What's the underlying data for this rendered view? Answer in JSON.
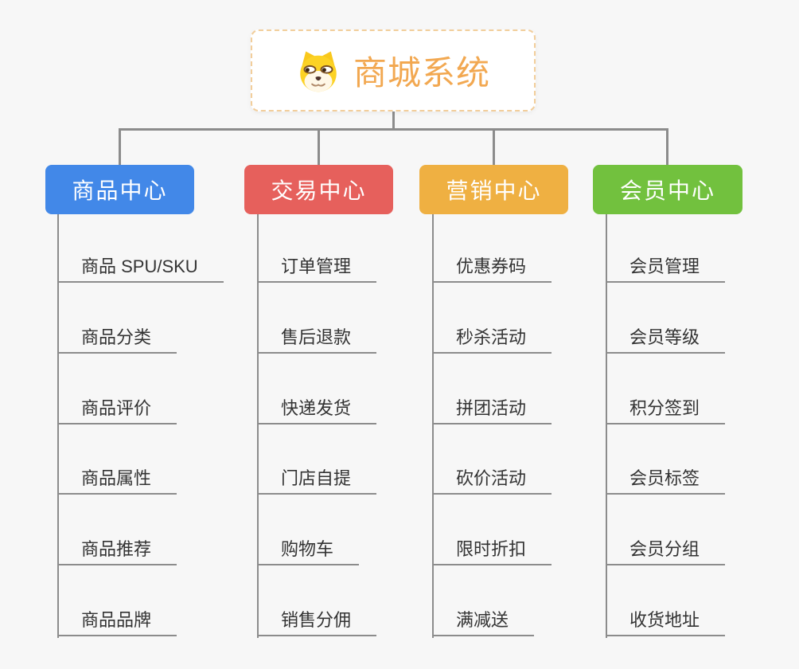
{
  "background_color": "#F7F7F7",
  "connector_color": "#8C8C8C",
  "root": {
    "title": "商城系统",
    "icon": "dog-face-icon",
    "title_color": "#F2A851",
    "border_color": "#F2CE9B"
  },
  "branches": [
    {
      "label": "商品中心",
      "color": "#4288E8",
      "items": [
        "商品 SPU/SKU",
        "商品分类",
        "商品评价",
        "商品属性",
        "商品推荐",
        "商品品牌"
      ]
    },
    {
      "label": "交易中心",
      "color": "#E6605C",
      "items": [
        "订单管理",
        "售后退款",
        "快递发货",
        "门店自提",
        "购物车",
        "销售分佣"
      ]
    },
    {
      "label": "营销中心",
      "color": "#EFB042",
      "items": [
        "优惠券码",
        "秒杀活动",
        "拼团活动",
        "砍价活动",
        "限时折扣",
        "满减送"
      ]
    },
    {
      "label": "会员中心",
      "color": "#72C13E",
      "items": [
        "会员管理",
        "会员等级",
        "积分签到",
        "会员标签",
        "会员分组",
        "收货地址"
      ]
    }
  ]
}
